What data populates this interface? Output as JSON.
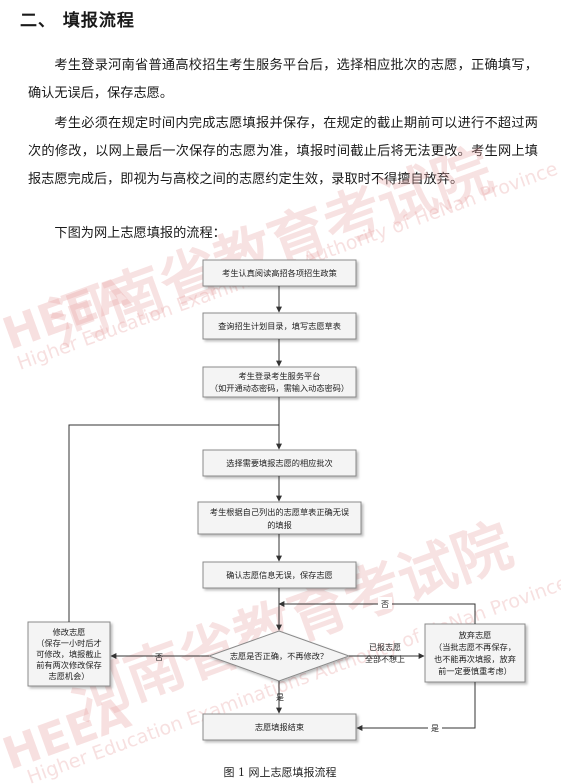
{
  "heading": "二、 填报流程",
  "paragraphs": [
    "考生登录河南省普通高校招生考生服务平台后，选择相应批次的志愿，正确填写，确认无误后，保存志愿。",
    "考生必须在规定时间内完成志愿填报并保存，在规定的截止期前可以进行不超过两次的修改，以网上最后一次保存的志愿为准，填报时间截止后将无法更改。考生网上填报志愿完成后，即视为与高校之间的志愿约定生效，录取时不得擅自放弃。",
    "下图为网上志愿填报的流程："
  ],
  "flowchart": {
    "step1": "考生认真阅读高招各项招生政策",
    "step2": "查询招生计划目录，填写志愿草表",
    "step3": [
      "考生登录考生服务平台",
      "（如开通动态密码，需输入动态密码）"
    ],
    "step4": "选择需要填报志愿的相应批次",
    "step5": [
      "考生根据自己列出的志愿草表正确无误",
      "的填报"
    ],
    "step6": "确认志愿信息无误，保存志愿",
    "decision": "志愿是否正确，不再修改？",
    "modify": [
      "修改志愿",
      "（保存一小时后才",
      "可修改，填报截止",
      "前有两次修改保存",
      "志愿机会）"
    ],
    "abandon": [
      "放弃志愿",
      "（当批志愿不再保存，",
      "也不能再次填报，放弃",
      "前一定要慎重考虑）"
    ],
    "end": "志愿填报结束",
    "label_no_left": "否",
    "label_yes_down": "是",
    "label_abandon": [
      "已报志愿",
      "全部不想上"
    ],
    "label_no_top": "否",
    "label_yes_bottom": "是"
  },
  "caption": "图 1  网上志愿填报流程",
  "watermark": {
    "logo": "HEEA",
    "chinese": "河南省教育考试院",
    "english": "Higher Education Examinations Authority of HeNan Province"
  }
}
